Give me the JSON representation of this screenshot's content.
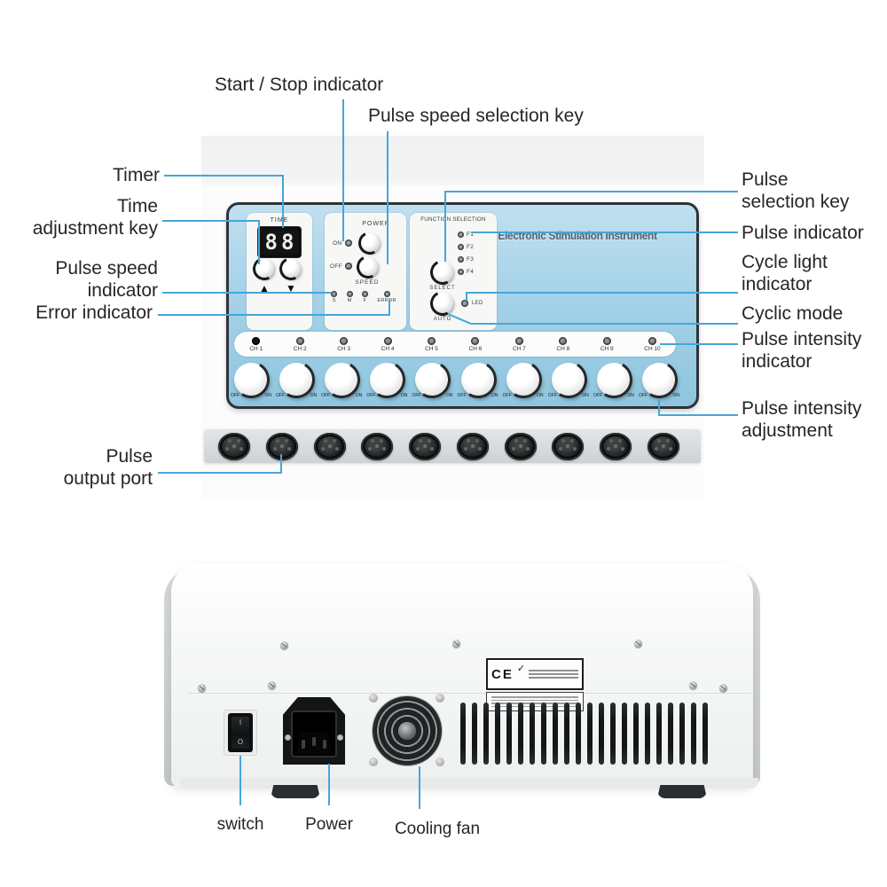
{
  "colors": {
    "annotation_blue": "#46a6d8",
    "panel_blue_light": "#c0e0f0",
    "panel_blue_dark": "#8fc5df",
    "panel_border": "#2e3338",
    "led_gray": "#565b5f",
    "led_active": "#121415"
  },
  "front_panel": {
    "brand": "Electronic Stimulation Instrument",
    "time": {
      "title": "TIME",
      "display": "88",
      "up_arrow": "▲",
      "down_arrow": "▼"
    },
    "power": {
      "title": "POWER",
      "on": "ON",
      "off": "OFF",
      "speed": "SPEED",
      "speed_leds": [
        "S",
        "M",
        "F",
        "ERROR"
      ]
    },
    "function": {
      "title": "FUNCTION SELECTION",
      "f_leds": [
        "F1",
        "F2",
        "F3",
        "F4"
      ],
      "select": "SELECT",
      "auto": "AUTO",
      "cycle_led": "LED"
    },
    "channels": [
      "CH 1",
      "CH 2",
      "CH 3",
      "CH 4",
      "CH 5",
      "CH 6",
      "CH 7",
      "CH 8",
      "CH 9",
      "CH 10"
    ],
    "knob_marks": {
      "off": "OFF",
      "on": "ON"
    }
  },
  "back_panel": {
    "switch_on": "I",
    "switch_off": "O",
    "ce_mark": "CE",
    "check_mark": "✓"
  },
  "annotations": {
    "start_stop": "Start / Stop indicator",
    "pulse_speed_selection_key": "Pulse speed selection key",
    "timer": "Timer",
    "time_adjustment_key": "Time\nadjustment key",
    "pulse_speed_indicator": "Pulse speed\nindicator",
    "error_indicator": "Error indicator",
    "pulse_selection_key": "Pulse\nselection key",
    "pulse_indicator": "Pulse indicator",
    "cycle_light_indicator": "Cycle light\nindicator",
    "cyclic_mode": "Cyclic mode",
    "pulse_intensity_indicator": "Pulse intensity\nindicator",
    "pulse_intensity_adjustment": "Pulse intensity\nadjustment",
    "pulse_output_port": "Pulse\noutput port",
    "switch": "switch",
    "power": "Power",
    "cooling_fan": "Cooling fan"
  }
}
